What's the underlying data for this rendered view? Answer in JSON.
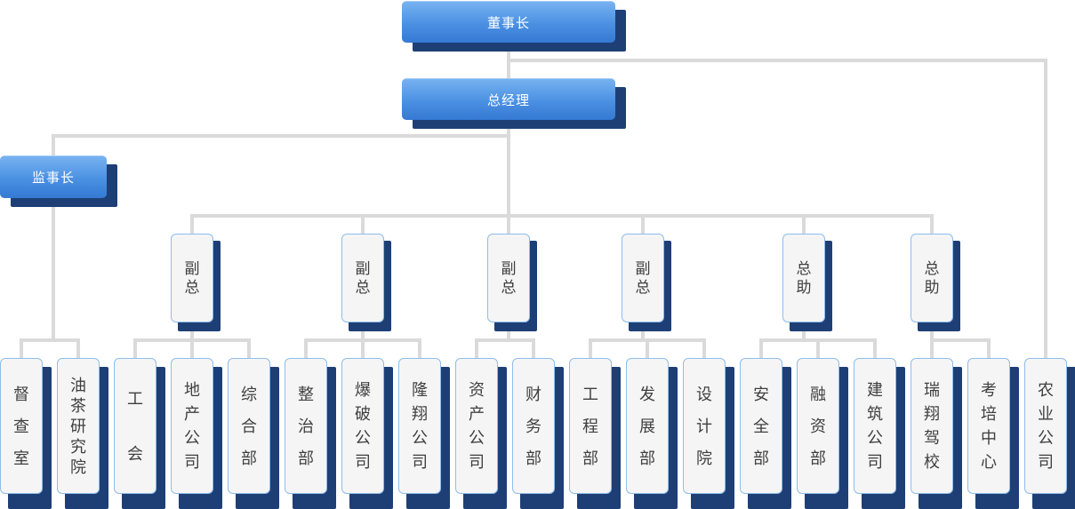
{
  "diagram_type": "organization-chart",
  "hierarchy": {
    "chairman": {
      "label": "董事长",
      "reports_to": null
    },
    "general_manager": {
      "label": "总经理",
      "reports_to": "董事长"
    },
    "supervisory_chief": {
      "label": "监事长",
      "reports_to": "总经理",
      "oversees": [
        "督查室",
        "油茶研究院"
      ]
    },
    "middle_managers": [
      {
        "label": "副总",
        "reports_to": "总经理",
        "oversees": [
          "工会",
          "地产公司",
          "综合部"
        ]
      },
      {
        "label": "副总",
        "reports_to": "总经理",
        "oversees": [
          "整治部",
          "爆破公司",
          "隆翔公司"
        ]
      },
      {
        "label": "副总",
        "reports_to": "总经理",
        "oversees": [
          "资产公司",
          "财务部"
        ]
      },
      {
        "label": "副总",
        "reports_to": "总经理",
        "oversees": [
          "工程部",
          "发展部",
          "设计院"
        ]
      },
      {
        "label": "总助",
        "reports_to": "总经理",
        "oversees": [
          "安全部",
          "融资部",
          "建筑公司"
        ]
      },
      {
        "label": "总助",
        "reports_to": "总经理",
        "oversees": [
          "瑞翔驾校",
          "考培中心"
        ]
      }
    ],
    "chairman_direct": [
      "农业公司"
    ]
  },
  "departments": [
    {
      "label": "督查室"
    },
    {
      "label": "油茶研究院"
    },
    {
      "label": "工会"
    },
    {
      "label": "地产公司"
    },
    {
      "label": "综合部"
    },
    {
      "label": "整治部"
    },
    {
      "label": "爆破公司"
    },
    {
      "label": "隆翔公司"
    },
    {
      "label": "资产公司"
    },
    {
      "label": "财务部"
    },
    {
      "label": "工程部"
    },
    {
      "label": "发展部"
    },
    {
      "label": "设计院"
    },
    {
      "label": "安全部"
    },
    {
      "label": "融资部"
    },
    {
      "label": "建筑公司"
    },
    {
      "label": "瑞翔驾校"
    },
    {
      "label": "考培中心"
    },
    {
      "label": "农业公司"
    }
  ],
  "colors": {
    "executive_gradient_top": "#77b2f1",
    "executive_gradient_bottom": "#3579d3",
    "node_shadow_navy": "#1e3f75",
    "leaf_fill": "#f5f5f6",
    "leaf_border": "#8fbdea",
    "leaf_text": "#3f3f3f",
    "executive_text": "#ffffff",
    "connector": "#dadada"
  }
}
